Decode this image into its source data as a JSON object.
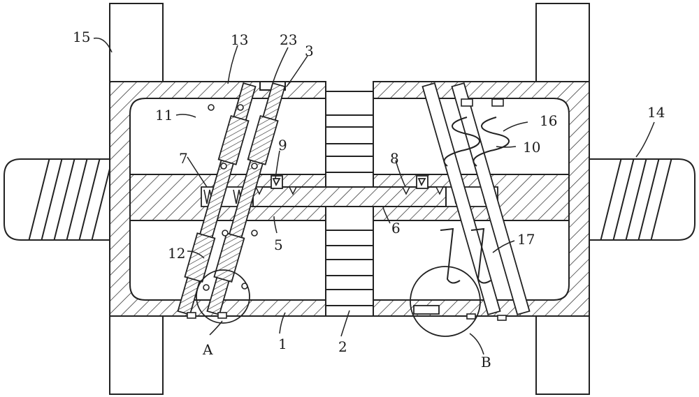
{
  "diagram": {
    "labels": {
      "l15": "15",
      "l13": "13",
      "l23": "23",
      "l3": "3",
      "l11": "11",
      "l9": "9",
      "l7": "7",
      "l8": "8",
      "l16": "16",
      "l10": "10",
      "l14": "14",
      "l6": "6",
      "l5": "5",
      "l12": "12",
      "l17": "17",
      "lA": "A",
      "l1": "1",
      "l2": "2",
      "lB": "B"
    }
  }
}
